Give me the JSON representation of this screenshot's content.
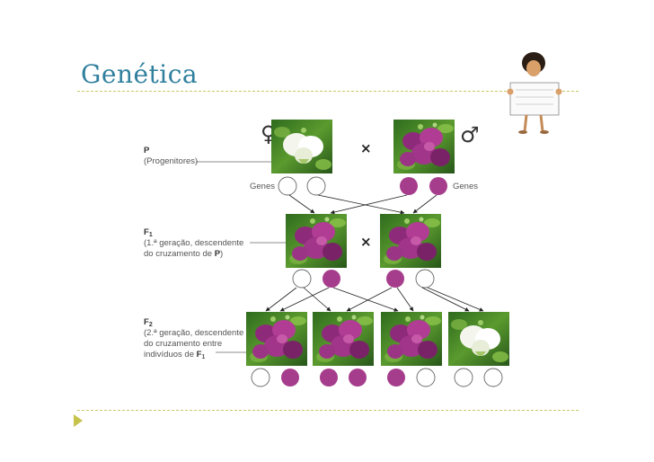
{
  "title": "Genética",
  "symbols": {
    "female": "♀",
    "male": "♂",
    "cross": "×"
  },
  "labels": {
    "genes": "Genes",
    "p_title": "P",
    "p_desc": "(Progenitores)",
    "f1_title": "F",
    "f1_sub": "1",
    "f1_desc1": "(1.ª geração, descendente",
    "f1_desc2_pre": "do cruzamento de ",
    "f1_desc2_bold": "P",
    "f1_desc2_post": ")",
    "f2_title": "F",
    "f2_sub": "2",
    "f2_desc1": "(2.ª geração, descendente",
    "f2_desc2": "do cruzamento entre",
    "f2_desc3_pre": "indivíduos de ",
    "f2_desc3_bold": "F",
    "f2_desc3_sub": "1",
    "f2_desc3_post": ")"
  },
  "colors": {
    "title": "#2f7f9d",
    "purple": "#a63d8c",
    "dash": "#c8c86a",
    "triangle": "#c7c24a"
  }
}
